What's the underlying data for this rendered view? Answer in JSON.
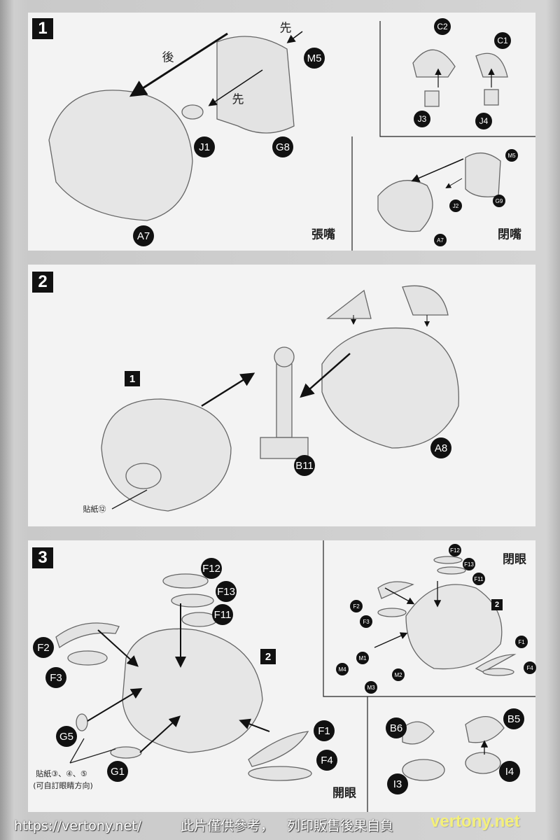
{
  "step1": {
    "number": "1",
    "labels": [
      "A7",
      "J1",
      "G8",
      "M5",
      "C2",
      "C1",
      "J3",
      "J4",
      "M5",
      "J2",
      "G9",
      "A7"
    ],
    "texts": {
      "first_a": "先",
      "first_b": "先",
      "after": "後",
      "open_mouth": "張嘴",
      "closed_mouth": "閉嘴"
    }
  },
  "step2": {
    "number": "2",
    "ref_step": "1",
    "labels": [
      "B11",
      "A8"
    ],
    "sticker": "貼紙⑫"
  },
  "step3": {
    "number": "3",
    "ref_step": "2",
    "labels": [
      "F12",
      "F13",
      "F11",
      "F2",
      "F3",
      "G5",
      "G1",
      "F1",
      "F4"
    ],
    "sticker_line1": "貼紙③、④、⑤",
    "sticker_line2": "(可自訂眼睛方向)",
    "open_eyes": "開眼",
    "sub_ref_step": "2",
    "sub_labels": [
      "F12",
      "F13",
      "F11",
      "F2",
      "F3",
      "M1",
      "M4",
      "M2",
      "M3",
      "F1",
      "F4"
    ],
    "closed_eyes": "閉眼",
    "eye_labels": [
      "B6",
      "B5",
      "I4",
      "I3"
    ]
  },
  "watermark": {
    "url": "https://vertony.net/",
    "line1": "此片僅供參考，",
    "line2": "列印販售後果自負",
    "brand": "vertony.net"
  }
}
